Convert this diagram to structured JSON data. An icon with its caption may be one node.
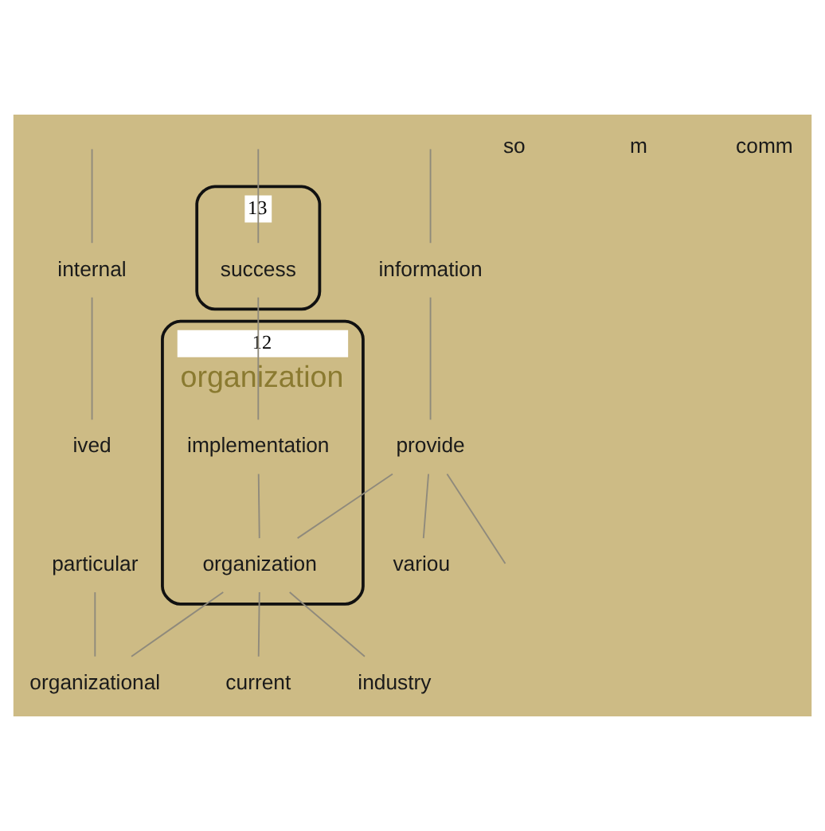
{
  "diagram": {
    "nodes": [
      {
        "text": [
          "internal"
        ]
      },
      {
        "text": [
          "ived"
        ]
      },
      {
        "text": [
          "information"
        ]
      },
      {
        "text": [
          "so"
        ]
      },
      {
        "text": [
          "provide"
        ]
      },
      {
        "text": [
          "13"
        ]
      },
      {
        "text": [
          "12",
          "organization"
        ]
      },
      {
        "text": [
          "m"
        ]
      },
      {
        "text": [
          "success"
        ],
        "in": 5
      },
      {
        "text": [
          "implementation"
        ],
        "in": 6
      },
      {
        "text": [
          "variou"
        ]
      },
      {
        "text": [
          "organization"
        ],
        "in": 6
      },
      {
        "text": [
          "current"
        ]
      },
      {
        "text": [
          "comm"
        ]
      },
      {
        "text": [
          "particular"
        ]
      },
      {
        "text": [
          "organizational"
        ]
      },
      {
        "text": [
          "industry"
        ]
      }
    ],
    "edges": [
      {
        "from": 0,
        "to": 1,
        "arrow": "none"
      },
      {
        "from": null,
        "to": 0,
        "arrow": "none"
      },
      {
        "from": null,
        "to": 2,
        "arrow": "none"
      },
      {
        "from": 2,
        "to": 4,
        "arrow": "none"
      },
      {
        "from": 4,
        "to": null,
        "arrow": "none"
      },
      {
        "from": 4,
        "to": 10,
        "arrow": "none"
      },
      {
        "from": 4,
        "to": 11,
        "arrow": "none"
      },
      {
        "from": null,
        "to": 8,
        "arrow": "none"
      },
      {
        "from": 8,
        "to": 9,
        "arrow": "none"
      },
      {
        "from": 9,
        "to": 11,
        "arrow": "none"
      },
      {
        "from": 11,
        "to": 12,
        "arrow": "none"
      },
      {
        "from": 11,
        "to": 15,
        "arrow": "none"
      },
      {
        "from": 11,
        "to": 16,
        "arrow": "none"
      },
      {
        "from": 14,
        "to": 15,
        "arrow": "none"
      }
    ]
  }
}
